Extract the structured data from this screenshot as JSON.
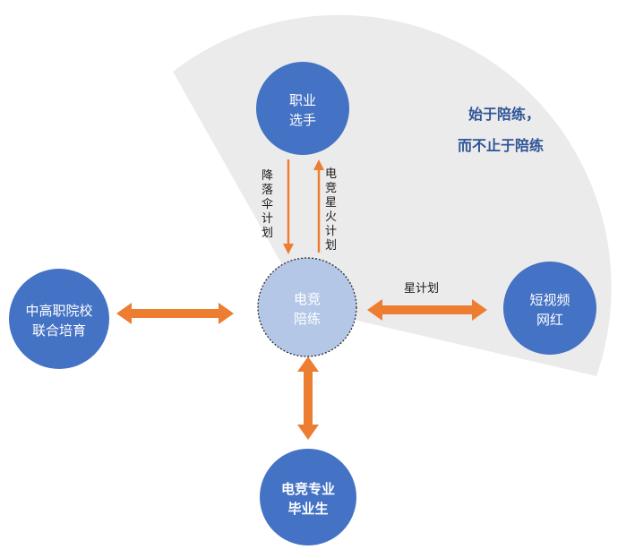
{
  "colors": {
    "node_fill": "#4472c4",
    "center_fill": "#b4c7e7",
    "center_border": "#2b2b2b",
    "arrow": "#ed7d31",
    "sector": "#ebebeb",
    "slogan": "#2f5597"
  },
  "slogan": {
    "line1": "始于陪练，",
    "line2": "而不止于陪练"
  },
  "center": {
    "line1": "电竞",
    "line2": "陪练"
  },
  "nodes": {
    "pro_player": {
      "line1": "职业",
      "line2": "选手"
    },
    "schools": {
      "line1": "中高职院校",
      "line2": "联合培育"
    },
    "influencer": {
      "line1": "短视频",
      "line2": "网红"
    },
    "graduates": {
      "line1": "电竞专业",
      "line2": "毕业生"
    }
  },
  "edges": {
    "down_label": [
      "降",
      "落",
      "伞",
      "计",
      "划"
    ],
    "up_label": [
      "电",
      "竞",
      "星",
      "火",
      "计",
      "划"
    ],
    "right_label": "星计划"
  }
}
